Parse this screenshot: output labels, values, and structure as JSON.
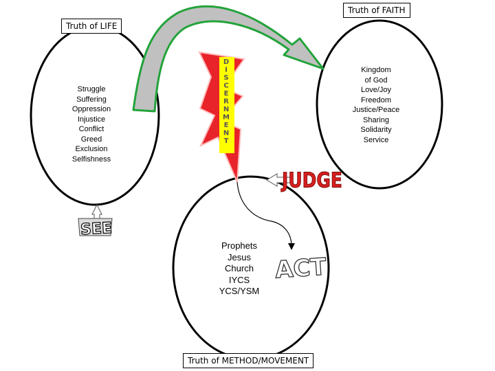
{
  "labels": {
    "faith": "Truth of FAITH",
    "life": "Truth of LIFE",
    "method": "Truth of METHOD/MOVEMENT"
  },
  "life_items": [
    "Struggle",
    "Suffering",
    "Oppression",
    "Injustice",
    "Conflict",
    "Greed",
    "Exclusion",
    "Selfishness"
  ],
  "faith_items": [
    "Kingdom",
    "of God",
    "Love/Joy",
    "Freedom",
    "Justice/Peace",
    "Sharing",
    "Solidarity",
    "Service"
  ],
  "method_items": [
    "Prophets",
    "Jesus",
    "Church",
    "IYCS",
    "YCS/YSM"
  ],
  "bolt_text": "DISCERNMENT",
  "actions": {
    "see": "SEE",
    "judge": "JUDGE",
    "act": "ACT"
  },
  "colors": {
    "arrow_green": "#22a33a",
    "arrow_fill": "#c0c0c0",
    "bolt_red": "#e8232a",
    "bolt_yellow": "#ffff00",
    "judge_red": "#d62020"
  }
}
